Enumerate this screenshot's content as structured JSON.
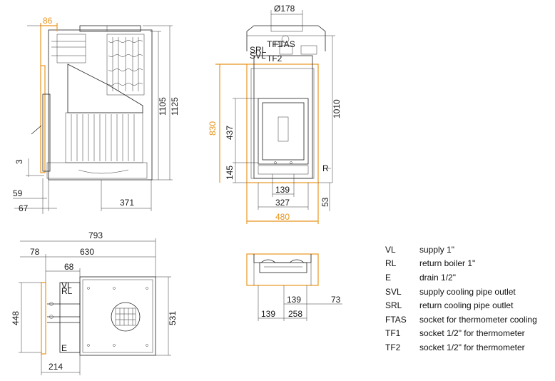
{
  "colors": {
    "accent_orange": "#e8951f",
    "line": "#222222"
  },
  "front_view": {
    "dims": {
      "d86": "86",
      "d1105": "1105",
      "d1125": "1125",
      "d3": "3",
      "d59": "59",
      "d67": "67",
      "d371": "371"
    }
  },
  "side_view": {
    "dims": {
      "d178": "Ø178",
      "d830": "830",
      "d1010": "1010",
      "d437": "437",
      "d145": "145",
      "d139": "139",
      "d327": "327",
      "d53": "53",
      "d480": "480"
    },
    "labels": {
      "srl": "SRL",
      "svl": "SVL",
      "tf1": "TF1",
      "ftas": "FTAS",
      "tf2": "TF2",
      "r": "R"
    }
  },
  "top_view": {
    "dims": {
      "d793": "793",
      "d78": "78",
      "d630": "630",
      "d68": "68",
      "d448": "448",
      "d531": "531",
      "d214": "214"
    },
    "labels": {
      "vl": "VL",
      "rl": "RL",
      "e": "E"
    }
  },
  "plan_view": {
    "dims": {
      "d139a": "139",
      "d73": "73",
      "d139b": "139",
      "d258": "258"
    }
  },
  "legend": [
    {
      "key": "VL",
      "desc": "supply 1\""
    },
    {
      "key": "RL",
      "desc": "return boiler 1\""
    },
    {
      "key": "E",
      "desc": "drain 1/2\""
    },
    {
      "key": "SVL",
      "desc": "supply cooling pipe outlet"
    },
    {
      "key": "SRL",
      "desc": "return cooling pipe outlet"
    },
    {
      "key": "FTAS",
      "desc": "socket for thermometer cooling"
    },
    {
      "key": "TF1",
      "desc": "socket  1/2\" for thermometer"
    },
    {
      "key": "TF2",
      "desc": "socket 1/2\" for thermometer"
    }
  ]
}
